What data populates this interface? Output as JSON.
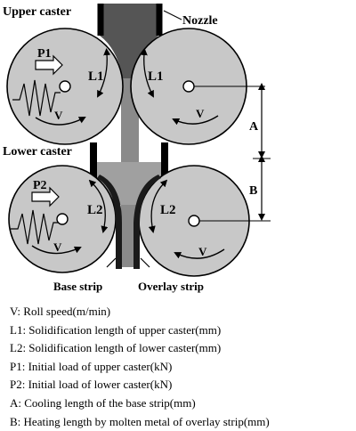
{
  "labels": {
    "upper_caster": "Upper caster",
    "lower_caster": "Lower caster",
    "nozzle": "Nozzle",
    "base_strip": "Base strip",
    "overlay_strip": "Overlay strip",
    "p1": "P1",
    "p2": "P2",
    "l1_left": "L1",
    "l1_right": "L1",
    "l2_left": "L2",
    "l2_right": "L2",
    "v": "V",
    "dim_a": "A",
    "dim_b": "B"
  },
  "legend": [
    "V: Roll speed(m/min)",
    "L1: Solidification length of upper caster(mm)",
    "L2: Solidification length of lower caster(mm)",
    "P1: Initial load of upper caster(kN)",
    "P2: Initial load of lower caster(kN)",
    "A: Cooling length of the base strip(mm)",
    "B: Heating length by molten metal of overlay strip(mm)"
  ],
  "colors": {
    "roll_fill": "#c8c8c8",
    "nozzle_fill": "#555555",
    "molten_fill": "#8a8a8a",
    "upper_pool_fill": "#a8a8a8",
    "strip_fill": "#1a1a1a",
    "line": "#000000"
  }
}
